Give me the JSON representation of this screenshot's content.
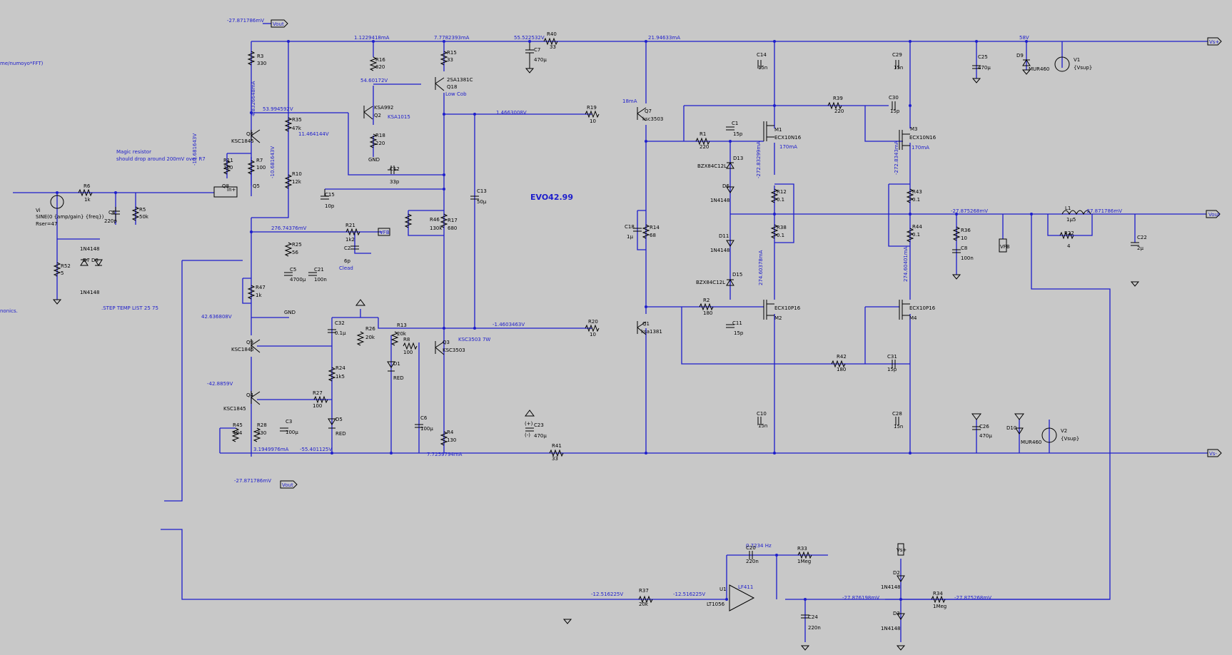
{
  "title": "EVO42.99",
  "directives": {
    "step": ".STEP TEMP LIST 25 75",
    "magic_1": "Magic resistor",
    "magic_2": "should drop around 200mV over R7",
    "meas_left": "me/numoyo*FFT)",
    "harm_left": "nonics."
  },
  "source": {
    "name": "Vi",
    "line1": "SINE(0 {amp/gain} {freq})",
    "line2": "Rser=47"
  },
  "nets": {
    "vout": "Vout",
    "vfb": "VFB",
    "vplus": "Vs+",
    "vminus": "Vs-",
    "gnd": "GND",
    "in_plus": "In+"
  },
  "ops": {
    "vout_tl": "-27.871786mV",
    "i_r18": "1.1229418mA",
    "i_r15": "7.7782393mA",
    "v_r40": "55.522532V",
    "i_q7": "21.94633mA",
    "v_rail": "58V",
    "v_q2b": "54.60172V",
    "i_r3": "4.8326648mA",
    "v_r35": "53.994592V",
    "v_q6": "11.464144V",
    "v_q8a": "-10.681643V",
    "v_q8b": "-10.681643V",
    "v_q7b": "1.4663008V",
    "i_q7c": "18mA",
    "i_m1": "170mA",
    "i_m3": "170mA",
    "i_r12": "-272.83299mA",
    "i_r43": "-272.8343mA",
    "v_out": "-27.875268mV",
    "v_vout2": "-27.871786mV",
    "v_r21": "276.74376mV",
    "i_r38": "274.60378mA",
    "i_r44": "274.60401mA",
    "v_q9": "42.636808V",
    "v_q1b": "-1.4603463V",
    "v_q4": "-42.8859V",
    "i_r28": "3.1949976mA",
    "v_vneg": "-55.401125V",
    "i_r4": "7.7259794mA",
    "vout_bl": "-27.871786mV",
    "freq": "0.7234 Hz",
    "v_r37a": "-12.516225V",
    "v_r37b": "-12.516225V",
    "v_d2": "-27.876198mV",
    "v_r34": "-27.875268mV"
  },
  "components": {
    "R3": {
      "ref": "R3",
      "val": "330"
    },
    "R16": {
      "ref": "R16",
      "val": "820"
    },
    "R15": {
      "ref": "R15",
      "val": "33"
    },
    "R40": {
      "ref": "R40",
      "val": "33"
    },
    "C7": {
      "ref": "C7",
      "val": "470µ"
    },
    "Q18": {
      "ref": "Q18",
      "val": "2SA1381C",
      "note": "Low Cob"
    },
    "Q2": {
      "ref": "Q2",
      "val": "KSA992",
      "alt": "KSA1015"
    },
    "R35": {
      "ref": "R35",
      "val": "47k"
    },
    "Q6": {
      "ref": "Q6",
      "val": "KSC1845"
    },
    "R18": {
      "ref": "R18",
      "val": "220"
    },
    "R11": {
      "ref": "R11",
      "val": "100"
    },
    "R7": {
      "ref": "R7",
      "val": "100"
    },
    "R10": {
      "ref": "R10",
      "val": "12k"
    },
    "C12": {
      "ref": "C12",
      "val": "33p"
    },
    "Q8": {
      "ref": "Q8"
    },
    "Q5": {
      "ref": "Q5"
    },
    "R6": {
      "ref": "R6",
      "val": "1k"
    },
    "C4": {
      "ref": "C4",
      "val": "220p"
    },
    "R5": {
      "ref": "R5",
      "val": "50k"
    },
    "C15": {
      "ref": "C15",
      "val": "10p"
    },
    "C13": {
      "ref": "C13",
      "val": "50µ"
    },
    "R46": {
      "ref": "R46",
      "val": "130k"
    },
    "R17": {
      "ref": "R17",
      "val": "680"
    },
    "R21": {
      "ref": "R21",
      "val": "1k2"
    },
    "C2": {
      "ref": "C2",
      "val": "6p",
      "note": "Clead"
    },
    "R25": {
      "ref": "R25",
      "val": "56"
    },
    "C5": {
      "ref": "C5",
      "val": "4700µ"
    },
    "C21": {
      "ref": "C21",
      "val": "100n"
    },
    "R52": {
      "ref": "R52",
      "val": "5"
    },
    "D7": {
      "ref": "D7"
    },
    "D8": {
      "ref": "D8"
    },
    "D78v": {
      "val": "1N4148"
    },
    "R47": {
      "ref": "R47",
      "val": "1k"
    },
    "Q9": {
      "ref": "Q9",
      "val": "KSC1845"
    },
    "C32": {
      "ref": "C32",
      "val": "0.1µ"
    },
    "R26": {
      "ref": "R26",
      "val": "20k"
    },
    "R13": {
      "ref": "R13",
      "val": "20k"
    },
    "R8": {
      "ref": "R8",
      "val": "100"
    },
    "D1": {
      "ref": "D1",
      "val": "RED"
    },
    "Q3": {
      "ref": "Q3",
      "val": "KSC3503",
      "note": "KSC3503 7W"
    },
    "R24": {
      "ref": "R24",
      "val": "1k5"
    },
    "Q4": {
      "ref": "Q4",
      "val": "KSC1845"
    },
    "R27": {
      "ref": "R27",
      "val": "100"
    },
    "R45": {
      "ref": "R45",
      "val": "494"
    },
    "R28": {
      "ref": "R28",
      "val": "330"
    },
    "C3": {
      "ref": "C3",
      "val": "100µ"
    },
    "D5": {
      "ref": "D5",
      "val": "RED"
    },
    "C6": {
      "ref": "C6",
      "val": "100µ"
    },
    "R4": {
      "ref": "R4",
      "val": "130"
    },
    "C23": {
      "ref": "C23",
      "val": "470µ",
      "plus": "(+)",
      "minus": "(-)"
    },
    "R41": {
      "ref": "R41",
      "val": "33"
    },
    "R19": {
      "ref": "R19",
      "val": "10"
    },
    "Q7": {
      "ref": "Q7",
      "val": "ksc3503"
    },
    "C18": {
      "ref": "C18",
      "val": "1µ"
    },
    "R14": {
      "ref": "R14",
      "val": "68"
    },
    "R20": {
      "ref": "R20",
      "val": "10"
    },
    "Q1": {
      "ref": "Q1",
      "val": "ksa1381"
    },
    "C14": {
      "ref": "C14",
      "val": "15n"
    },
    "C1": {
      "ref": "C1",
      "val": "15p"
    },
    "R1": {
      "ref": "R1",
      "val": "220"
    },
    "M1": {
      "ref": "M1",
      "val": "ECX10N16"
    },
    "D13": {
      "ref": "D13",
      "val": "BZX84C12L"
    },
    "D6": {
      "ref": "D6",
      "val": "1N4148"
    },
    "R12": {
      "ref": "R12",
      "val": "0.1"
    },
    "R38": {
      "ref": "R38",
      "val": "0.1"
    },
    "D11": {
      "ref": "D11",
      "val": "1N4148"
    },
    "D15": {
      "ref": "D15",
      "val": "BZX84C12L"
    },
    "R2": {
      "ref": "R2",
      "val": "180"
    },
    "M2": {
      "ref": "M2",
      "val": "ECX10P16"
    },
    "C11": {
      "ref": "C11",
      "val": "15p"
    },
    "C10": {
      "ref": "C10",
      "val": "15n"
    },
    "R39": {
      "ref": "R39",
      "val": "220"
    },
    "C30": {
      "ref": "C30",
      "val": "15p"
    },
    "M3": {
      "ref": "M3",
      "val": "ECX10N16"
    },
    "C29": {
      "ref": "C29",
      "val": "15n"
    },
    "R43": {
      "ref": "R43",
      "val": "0.1"
    },
    "R44": {
      "ref": "R44",
      "val": "0.1"
    },
    "M4": {
      "ref": "M4",
      "val": "ECX10P16"
    },
    "R42": {
      "ref": "R42",
      "val": "180"
    },
    "C31": {
      "ref": "C31",
      "val": "15p"
    },
    "C28": {
      "ref": "C28",
      "val": "15n"
    },
    "C25": {
      "ref": "C25",
      "val": "470µ"
    },
    "D9": {
      "ref": "D9",
      "val": "MUR460"
    },
    "V1": {
      "ref": "V1",
      "val": "{Vsup}"
    },
    "R36": {
      "ref": "R36",
      "val": "10"
    },
    "C8": {
      "ref": "C8",
      "val": "100n"
    },
    "L1": {
      "ref": "L1",
      "val": "1µ5"
    },
    "R22": {
      "ref": "R22",
      "val": "4"
    },
    "C22": {
      "ref": "C22",
      "val": "2µ"
    },
    "C26": {
      "ref": "C26",
      "val": "470µ"
    },
    "D10": {
      "ref": "D10",
      "val": "MUR460"
    },
    "V2": {
      "ref": "V2",
      "val": "{Vsup}"
    },
    "C20": {
      "ref": "C20",
      "val": "220n"
    },
    "R33": {
      "ref": "R33",
      "val": "1Meg"
    },
    "U1": {
      "ref": "U1",
      "val": "LT1056",
      "alt": "LF411"
    },
    "R37": {
      "ref": "R37",
      "val": "20k"
    },
    "C24": {
      "ref": "C24",
      "val": "220n"
    },
    "D2": {
      "ref": "D2",
      "val": "1N4148"
    },
    "R34": {
      "ref": "R34",
      "val": "1Meg"
    },
    "D3": {
      "ref": "D3",
      "val": "1N4148"
    }
  }
}
